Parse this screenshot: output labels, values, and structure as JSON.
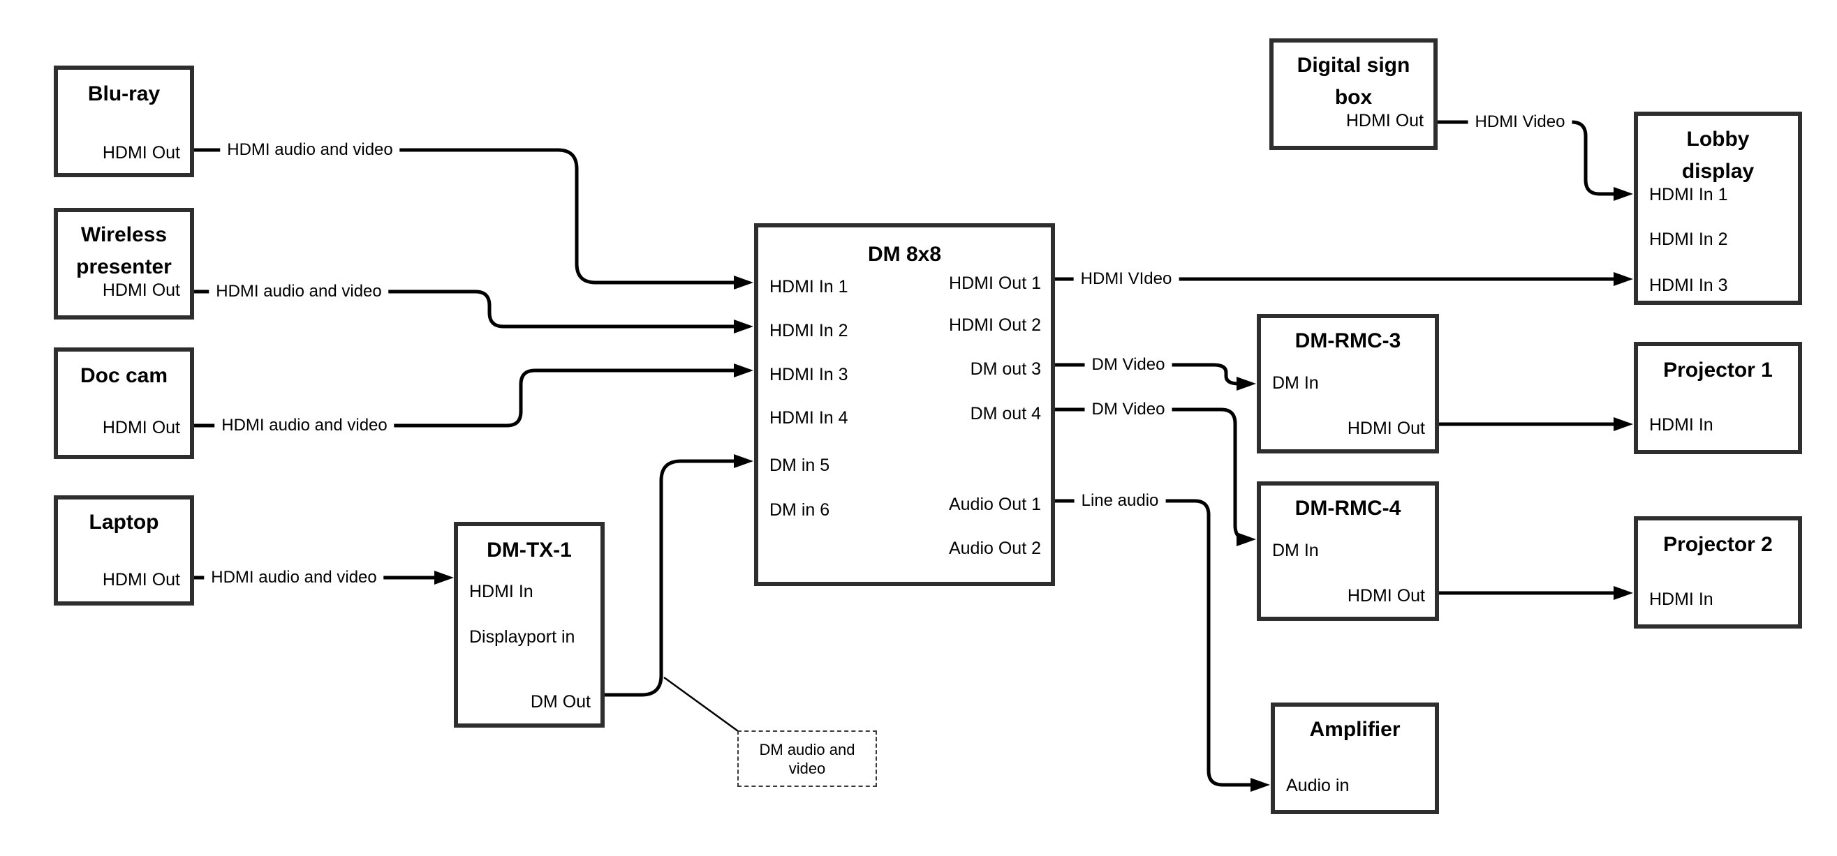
{
  "diagram": {
    "boxes": {
      "bluray": {
        "title": "Blu-ray",
        "out_port": "HDMI Out"
      },
      "wireless": {
        "title": "Wireless presenter",
        "out_port": "HDMI Out"
      },
      "doccam": {
        "title": "Doc cam",
        "out_port": "HDMI Out"
      },
      "laptop": {
        "title": "Laptop",
        "out_port": "HDMI Out"
      },
      "dmtx1": {
        "title": "DM-TX-1",
        "in_port1": "HDMI In",
        "in_port2": "Displayport in",
        "out_port": "DM Out"
      },
      "dm8x8": {
        "title": "DM 8x8",
        "inputs": [
          "HDMI In 1",
          "HDMI In 2",
          "HDMI In 3",
          "HDMI In 4",
          "DM in 5",
          "DM in 6"
        ],
        "outputs": [
          "HDMI Out 1",
          "HDMI Out 2",
          "DM out 3",
          "DM out 4",
          "Audio Out 1",
          "Audio Out 2"
        ]
      },
      "digitalsign": {
        "title": "Digital sign box",
        "out_port": "HDMI Out"
      },
      "lobby": {
        "title": "Lobby display",
        "inputs": [
          "HDMI In 1",
          "HDMI In 2",
          "HDMI In 3"
        ]
      },
      "rmc3": {
        "title": "DM-RMC-3",
        "in_port": "DM In",
        "out_port": "HDMI Out"
      },
      "rmc4": {
        "title": "DM-RMC-4",
        "in_port": "DM In",
        "out_port": "HDMI Out"
      },
      "proj1": {
        "title": "Projector 1",
        "in_port": "HDMI In"
      },
      "proj2": {
        "title": "Projector 2",
        "in_port": "HDMI In"
      },
      "amp": {
        "title": "Amplifier",
        "in_port": "Audio in"
      }
    },
    "wire_labels": {
      "bluray_to_dm8x8": "HDMI audio and video",
      "wireless_to_dm8x8": "HDMI audio and video",
      "doccam_to_dm8x8": "HDMI audio and video",
      "laptop_to_dmtx1": "HDMI audio and video",
      "hdmi_out1_to_lobby": "HDMI VIdeo",
      "dm_out3_to_rmc3": "DM Video",
      "dm_out4_to_rmc4": "DM Video",
      "audio_out1_to_amp": "Line audio",
      "digitalsign_to_lobby": "HDMI Video"
    },
    "note": "DM audio and video",
    "colors": {
      "line": "#000000",
      "box_border": "#2e2e2e",
      "background": "#ffffff"
    }
  }
}
